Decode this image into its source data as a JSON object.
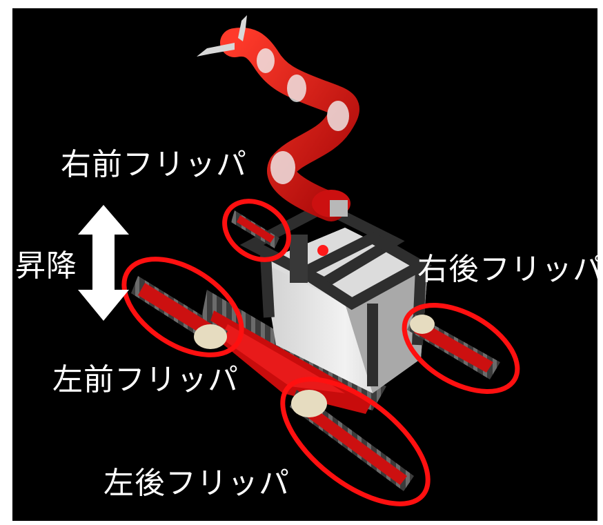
{
  "labels": {
    "right_front_flipper": "右前フリッパ",
    "right_rear_flipper": "右後フリッパ",
    "left_front_flipper": "左前フリッパ",
    "left_rear_flipper": "左後フリッパ",
    "raise_lower": "昇降"
  },
  "colors": {
    "background": "#000000",
    "frame": "#ffffff",
    "highlight_ring": "#ff1010",
    "robot_arm": "#e01010",
    "tracks": "#4a4a4a",
    "body": "#e8e8e8",
    "text": "#ffffff"
  },
  "icons": {
    "vertical_arrow": "double-headed-arrow-icon"
  }
}
